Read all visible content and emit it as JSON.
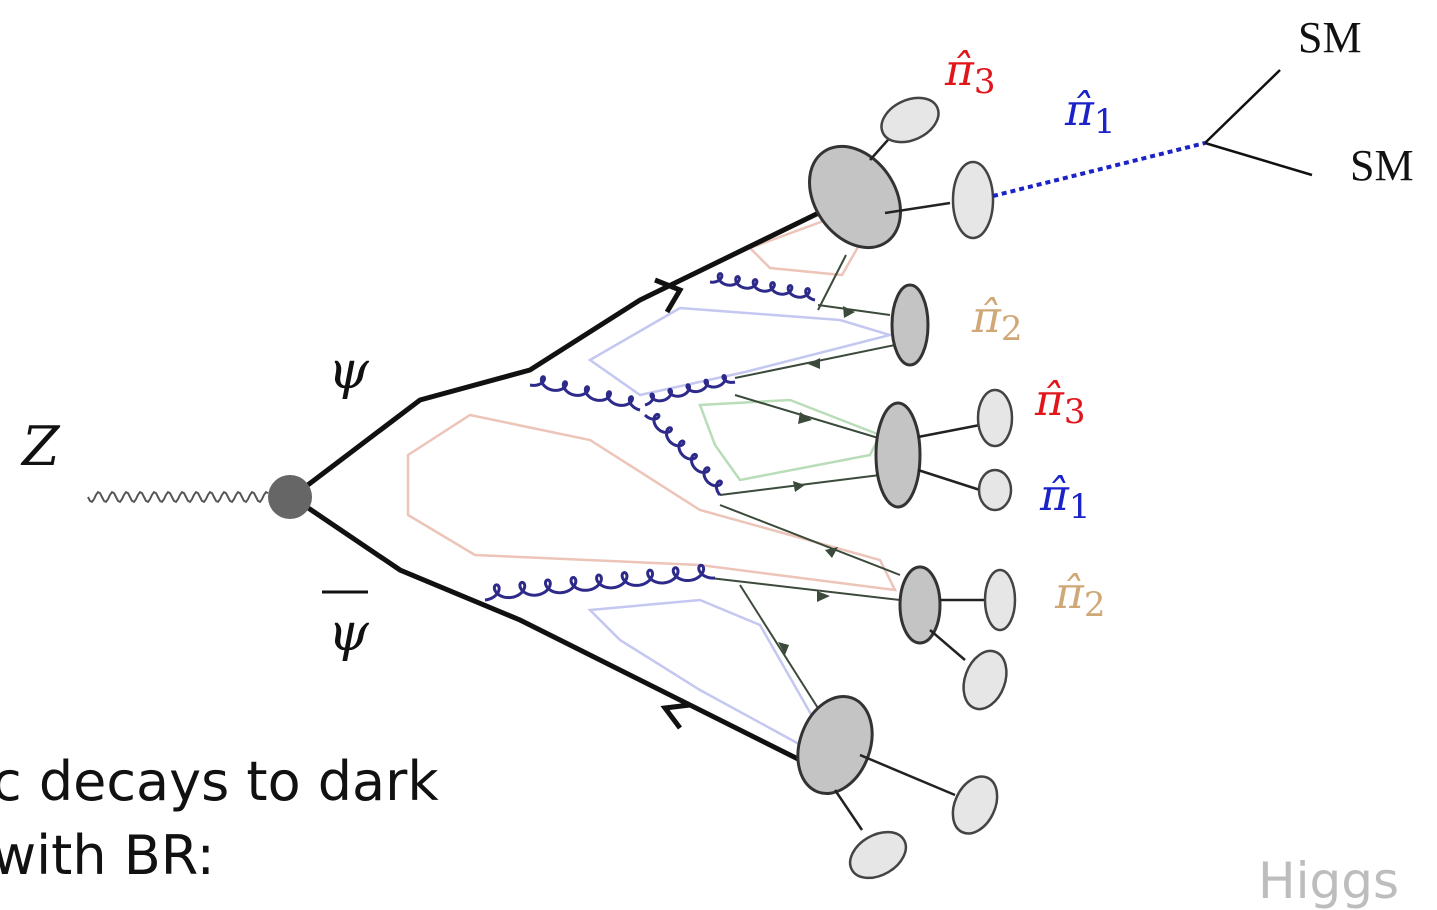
{
  "diagram": {
    "labels": {
      "z": "Z",
      "psi": "ψ",
      "psibar": "ψ",
      "sm_top": "SM",
      "sm_bottom": "SM",
      "pi3_top": "π̂3",
      "pi1_top": "π̂1",
      "pi2_mid": "π̂2",
      "pi3_mid": "π̂3",
      "pi1_mid": "π̂1",
      "pi2_low": "π̂2"
    },
    "label_parts": {
      "pi_symbol": "π̂",
      "sub_1": "1",
      "sub_2": "2",
      "sub_3": "3"
    },
    "colors": {
      "pi1": "#1a22c8",
      "pi2": "#d0a877",
      "pi3": "#e0161b",
      "gluon": "#2e2a8a",
      "quark": "#111111",
      "blob_fill": "#c4c4c4",
      "meson_fill": "#e6e6e6",
      "string_red": "#ecc4b8",
      "string_blue": "#c4c7f0",
      "string_green": "#b9dcb9"
    }
  },
  "caption": {
    "line1": "c decays to dark",
    "line2": "with BR:"
  },
  "footer": {
    "text": "Higgs"
  }
}
